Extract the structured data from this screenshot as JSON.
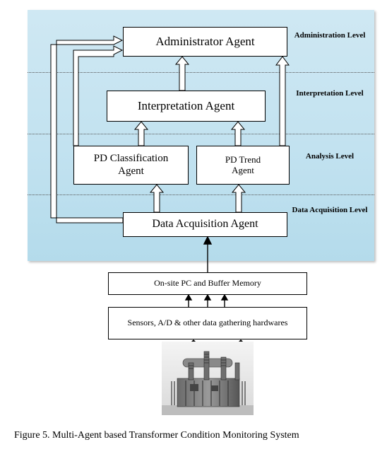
{
  "agents": {
    "administrator": "Administrator Agent",
    "interpretation": "Interpretation Agent",
    "pd_classification": "PD Classification Agent",
    "pd_trend": "PD Trend Agent",
    "data_acquisition": "Data Acquisition Agent"
  },
  "levels": {
    "administration": "Administration Level",
    "interpretation": "Interpretation Level",
    "analysis": "Analysis Level",
    "data_acquisition": "Data Acquisition Level"
  },
  "hardware": {
    "onsite_pc": "On-site PC and Buffer Memory",
    "sensors": "Sensors, A/D & other data gathering hardwares"
  },
  "caption": "Figure 5.    Multi-Agent based Transformer Condition Monitoring System",
  "colors": {
    "panel": "#c2e2f0",
    "box_fill": "#ffffff",
    "line": "#000000"
  }
}
